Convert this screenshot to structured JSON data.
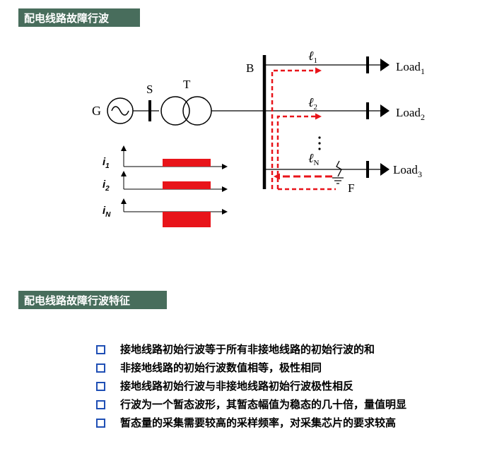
{
  "title": "配电线路故障行波",
  "section_title": "配电线路故障行波特征",
  "diagram": {
    "labels": {
      "generator": "G",
      "bus_s": "S",
      "transformer": "T",
      "bus_b": "B",
      "fault": "F",
      "dots": "⋮"
    },
    "lines": [
      {
        "symbol": "ℓ",
        "sub": "1",
        "load": "Load",
        "load_sub": "1"
      },
      {
        "symbol": "ℓ",
        "sub": "2",
        "load": "Load",
        "load_sub": "2"
      },
      {
        "symbol": "ℓ",
        "sub": "N",
        "load": "Load",
        "load_sub": "3"
      }
    ],
    "currents": [
      {
        "symbol": "i",
        "sub": "1"
      },
      {
        "symbol": "i",
        "sub": "2"
      },
      {
        "symbol": "i",
        "sub": "N"
      }
    ],
    "colors": {
      "wave": "#e8141a",
      "line": "#000000"
    }
  },
  "features": [
    "接地线路初始行波等于所有非接地线路的初始行波的和",
    "非接地线路的初始行波数值相等，极性相同",
    "接地线路初始行波与非接地线路初始行波极性相反",
    "行波为一个暂态波形，其暂态幅值为稳态的几十倍，量值明显",
    "暂态量的采集需要较高的采样频率，对采集芯片的要求较高"
  ]
}
